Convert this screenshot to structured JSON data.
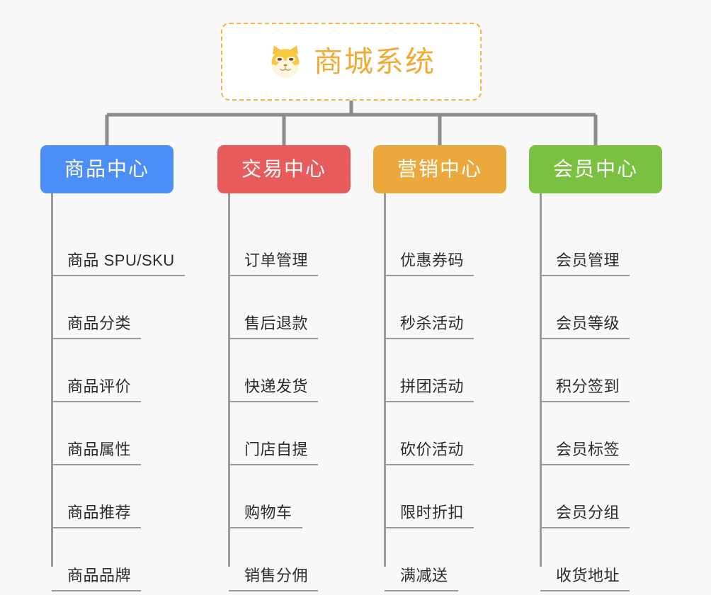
{
  "root": {
    "title": "商城系统",
    "icon": "shiba-dog-icon",
    "border_color": "#f2b344",
    "text_color": "#f0ab36",
    "background": "#ffffff"
  },
  "canvas": {
    "background": "#f8f8f8",
    "connector_color": "#8c8c8c",
    "leaf_line_color": "#9a9a9a"
  },
  "columns": [
    {
      "label": "商品中心",
      "color": "#4c8ef7",
      "items": [
        "商品 SPU/SKU",
        "商品分类",
        "商品评价",
        "商品属性",
        "商品推荐",
        "商品品牌"
      ]
    },
    {
      "label": "交易中心",
      "color": "#e75b5b",
      "items": [
        "订单管理",
        "售后退款",
        "快递发货",
        "门店自提",
        "购物车",
        "销售分佣"
      ]
    },
    {
      "label": "营销中心",
      "color": "#eaa83d",
      "items": [
        "优惠券码",
        "秒杀活动",
        "拼团活动",
        "砍价活动",
        "限时折扣",
        "满减送"
      ]
    },
    {
      "label": "会员中心",
      "color": "#7ac142",
      "items": [
        "会员管理",
        "会员等级",
        "积分签到",
        "会员标签",
        "会员分组",
        "收货地址"
      ]
    }
  ]
}
